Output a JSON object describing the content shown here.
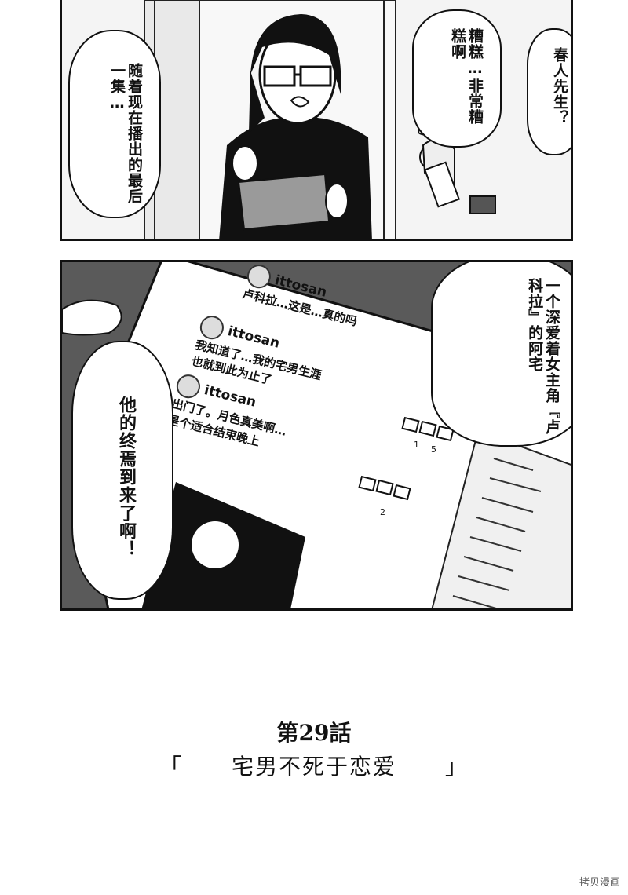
{
  "panel_top": {
    "bubble_left": "随着现在播出的最后一集…",
    "bubble_mid": "糟糕…非常糟糕啊",
    "bubble_right": "春人先生？"
  },
  "panel_mid": {
    "bubble_right": "一个深爱着女主角『卢科拉』的阿宅",
    "bubble_left": "他的终焉到来了啊！",
    "posts": [
      {
        "user": "ittosan",
        "text": "卢科拉…这是…真的吗"
      },
      {
        "user": "ittosan",
        "lines": [
          "我知道了…我的宅男生涯",
          "也就到此为止了"
        ]
      },
      {
        "user": "ittosan",
        "lines": [
          "出门了。月色真美啊…",
          "是个适合结束晚上"
        ]
      }
    ],
    "counts": [
      "1",
      "5",
      "2"
    ]
  },
  "chapter": {
    "number": "第29話",
    "open_quote": "「",
    "title": "宅男不死于恋爱",
    "close_quote": "」"
  },
  "watermark": "拷贝漫画"
}
